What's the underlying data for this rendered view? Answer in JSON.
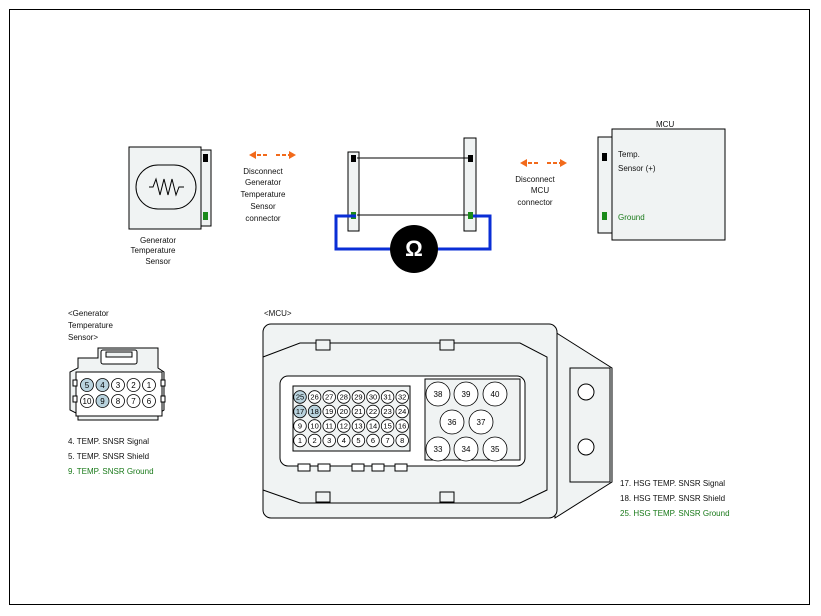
{
  "sensor": {
    "caption": [
      "Generator",
      "Temperature",
      "Sensor"
    ]
  },
  "disconnect_sensor": {
    "label": [
      "Disconnect",
      "Generator",
      "Temperature",
      "Sensor",
      "connector"
    ]
  },
  "disconnect_mcu": {
    "label": [
      "Disconnect",
      "MCU",
      "connector"
    ]
  },
  "mcu_box": {
    "title": "MCU",
    "pin_signal": [
      "Temp.",
      "Sensor (+)"
    ],
    "pin_ground": "Ground"
  },
  "ohmmeter": {
    "symbol": "Ω"
  },
  "sensor_connector": {
    "title": [
      "<Generator",
      "Temperature",
      "Sensor>"
    ],
    "top_row": [
      "5",
      "4",
      "3",
      "2",
      "1"
    ],
    "bottom_row": [
      "10",
      "9",
      "8",
      "7",
      "6"
    ],
    "highlighted": [
      "5",
      "4",
      "9"
    ],
    "legend": [
      {
        "text": "4. TEMP. SNSR Signal",
        "color": "#111111"
      },
      {
        "text": "5. TEMP. SNSR Shield",
        "color": "#111111"
      },
      {
        "text": "9. TEMP. SNSR Ground",
        "color": "#1a7a1a"
      }
    ]
  },
  "mcu_connector": {
    "title": "<MCU>",
    "rows": [
      [
        "25",
        "26",
        "27",
        "28",
        "29",
        "30",
        "31",
        "32"
      ],
      [
        "17",
        "18",
        "19",
        "20",
        "21",
        "22",
        "23",
        "24"
      ],
      [
        "9",
        "10",
        "11",
        "12",
        "13",
        "14",
        "15",
        "16"
      ],
      [
        "1",
        "2",
        "3",
        "4",
        "5",
        "6",
        "7",
        "8"
      ]
    ],
    "highlighted": [
      "25",
      "17",
      "18"
    ],
    "big_pins": [
      "38",
      "39",
      "40",
      "36",
      "37",
      "33",
      "34",
      "35"
    ],
    "legend": [
      {
        "text": "17. HSG TEMP. SNSR Signal",
        "color": "#111111"
      },
      {
        "text": "18. HSG TEMP. SNSR Shield",
        "color": "#111111"
      },
      {
        "text": "25. HSG TEMP. SNSR Ground",
        "color": "#1a7a1a"
      }
    ]
  },
  "colors": {
    "arrow": "#f26a1b",
    "wire_blue": "#0a2ed6",
    "pin_highlight": "#b9d3de",
    "ground_green": "#1a8a1a",
    "box_fill": "#f0f3f3"
  }
}
